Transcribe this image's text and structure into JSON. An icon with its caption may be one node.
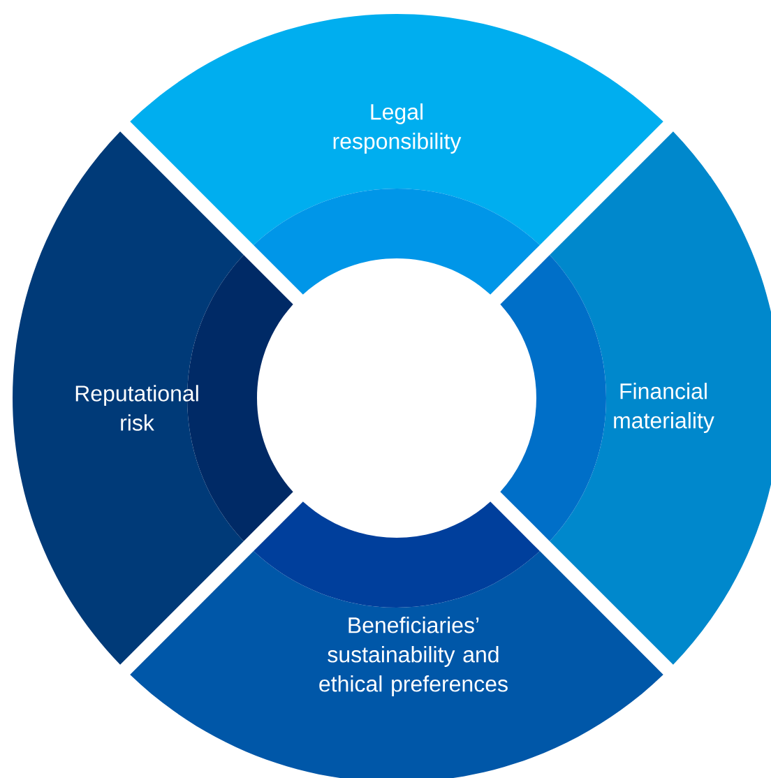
{
  "diagram": {
    "nodes": [
      {
        "text": [
          "Legal responsibility"
        ]
      },
      {
        "text": [
          "Financial materiality"
        ]
      },
      {
        "text": [
          "Beneficiaries’ sustainability and ethical preferences"
        ]
      },
      {
        "text": [
          "Reputational risk"
        ]
      }
    ]
  }
}
